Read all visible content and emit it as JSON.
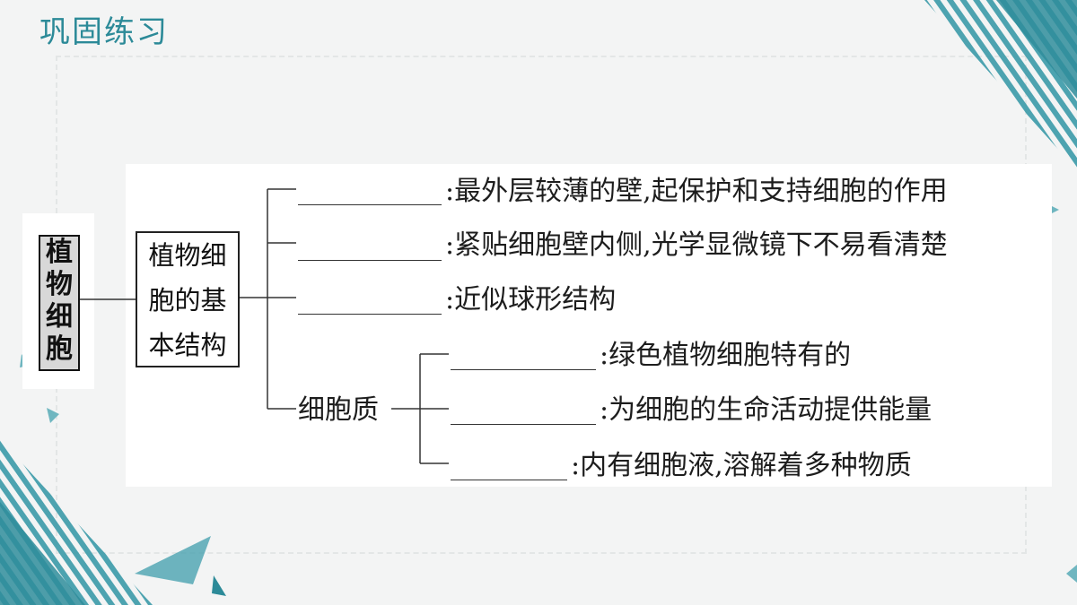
{
  "page": {
    "title": "巩固练习"
  },
  "tree": {
    "root": {
      "label": "植物细胞",
      "chars": [
        "植",
        "物",
        "细",
        "胞"
      ]
    },
    "sub": {
      "label": "植物细胞的基本结构",
      "lines": [
        "植物细",
        "胞的基",
        "本结构"
      ]
    },
    "branches": [
      {
        "blank": "",
        "desc": ":最外层较薄的壁,起保护和支持细胞的作用"
      },
      {
        "blank": "",
        "desc": ":紧贴细胞壁内侧,光学显微镜下不易看清楚"
      },
      {
        "blank": "",
        "desc": ":近似球形结构"
      }
    ],
    "cytoplasm": {
      "label": "细胞质",
      "children": [
        {
          "blank": "",
          "desc": ":绿色植物细胞特有的"
        },
        {
          "blank": "",
          "desc": ":为细胞的生命活动提供能量"
        },
        {
          "blank": "",
          "desc": ":内有细胞液,溶解着多种物质"
        }
      ]
    }
  },
  "colors": {
    "accent": "#2c8a98",
    "stripe": "#3b9aa8"
  }
}
